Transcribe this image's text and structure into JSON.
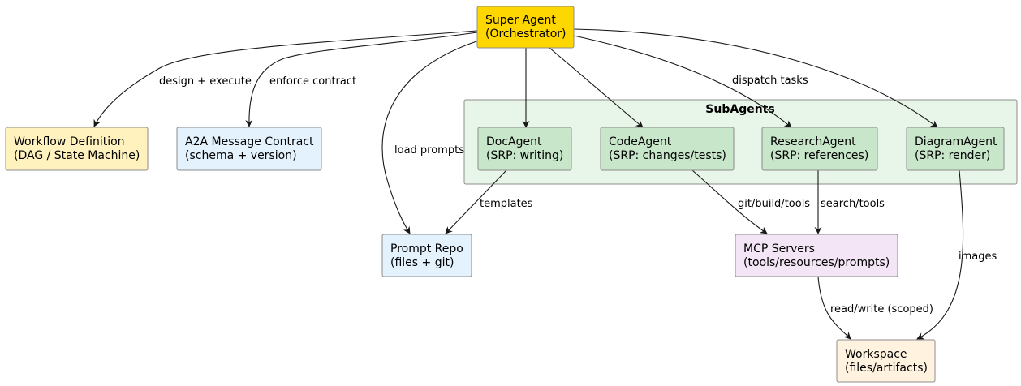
{
  "colors": {
    "orchestrator": "#FFD700",
    "workflow": "#FFF2BF",
    "contract": "#E3F2FD",
    "prompt_repo": "#E3F2FD",
    "group_fill": "#E8F5E9",
    "subagent": "#C8E6C9",
    "mcp": "#F3E5F5",
    "workspace": "#FFF3E0",
    "border": "#8C8C8C",
    "edge": "#181818"
  },
  "group": {
    "title": "SubAgents"
  },
  "nodes": {
    "super_agent": {
      "line1": "Super Agent",
      "line2": "(Orchestrator)"
    },
    "workflow": {
      "line1": "Workflow Definition",
      "line2": "(DAG / State Machine)"
    },
    "contract": {
      "line1": "A2A Message Contract",
      "line2": "(schema + version)"
    },
    "doc_agent": {
      "line1": "DocAgent",
      "line2": "(SRP: writing)"
    },
    "code_agent": {
      "line1": "CodeAgent",
      "line2": "(SRP: changes/tests)"
    },
    "research_agent": {
      "line1": "ResearchAgent",
      "line2": "(SRP: references)"
    },
    "diagram_agent": {
      "line1": "DiagramAgent",
      "line2": "(SRP: render)"
    },
    "prompt_repo": {
      "line1": "Prompt Repo",
      "line2": "(files + git)"
    },
    "mcp": {
      "line1": "MCP Servers",
      "line2": "(tools/resources/prompts)"
    },
    "workspace": {
      "line1": "Workspace",
      "line2": "(files/artifacts)"
    }
  },
  "edges": {
    "design_execute": "design + execute",
    "enforce_contract": "enforce contract",
    "load_prompts": "load prompts",
    "dispatch_tasks": "dispatch tasks",
    "templates": "templates",
    "git_build_tools": "git/build/tools",
    "search_tools": "search/tools",
    "images": "images",
    "read_write": "read/write (scoped)"
  }
}
